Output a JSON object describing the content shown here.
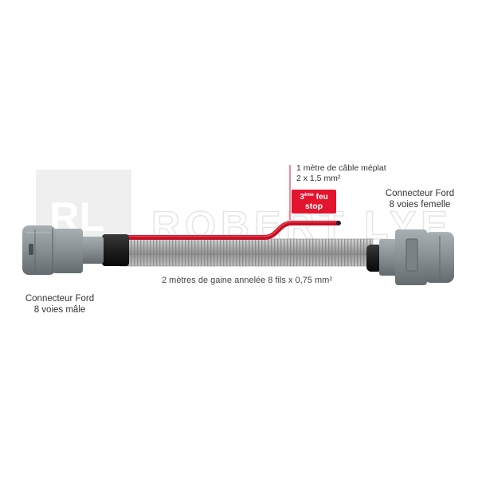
{
  "watermark": {
    "logo_text": "RL",
    "brand_text": "ROBERT LYE"
  },
  "labels": {
    "flat_cable_line1": "1 mètre de câble méplat",
    "flat_cable_line2": "2 x 1,5 mm²",
    "stop_badge_super": "ème",
    "stop_badge_num": "3",
    "stop_badge_word": "feu",
    "stop_badge_line2": "stop",
    "female_connector_line1": "Connecteur Ford",
    "female_connector_line2": "8 voies femelle",
    "male_connector_line1": "Connecteur Ford",
    "male_connector_line2": "8 voies mâle",
    "sheath": "2 mètres de gaine annelée 8 fils x 0,75 mm²"
  },
  "colors": {
    "connector_grey": "#8a9296",
    "cable_red": "#e3142d",
    "sheath_grey": "#b4b4b4",
    "watermark": "#d9d9d9"
  }
}
